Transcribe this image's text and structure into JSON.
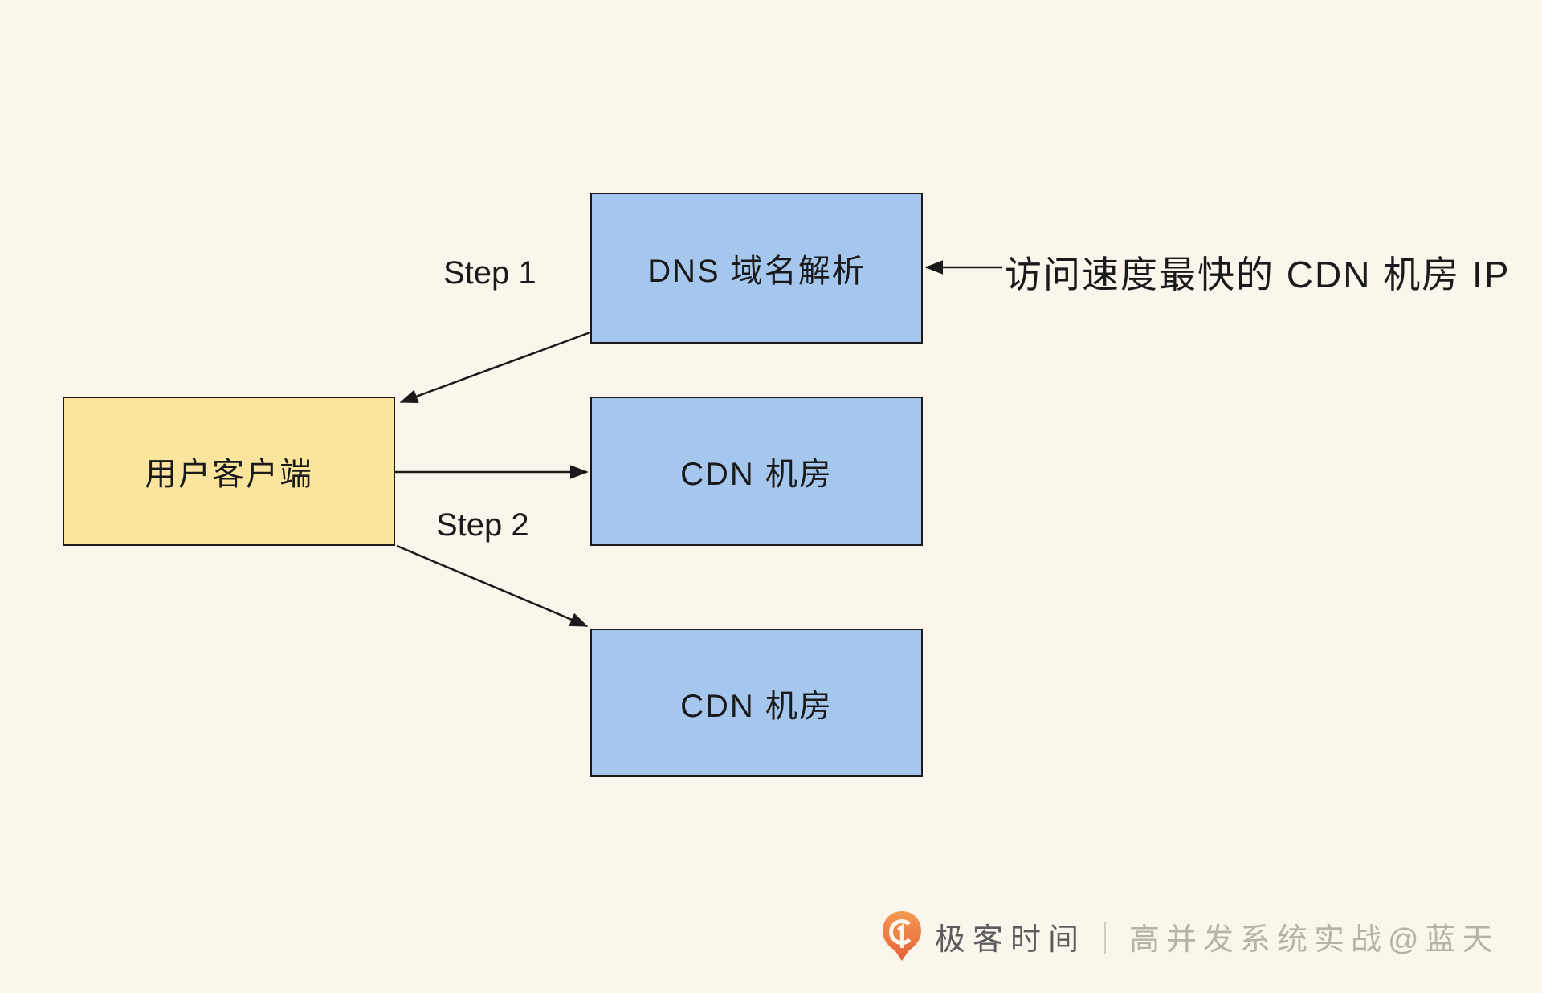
{
  "diagram": {
    "background_color": "#FAF6EB",
    "nodes": {
      "client": {
        "label": "用户客户端",
        "fill": "#FBE49B",
        "border": "#1a1a1a"
      },
      "dns": {
        "label": "DNS 域名解析",
        "fill": "#A5C7ED",
        "border": "#1a1a1a"
      },
      "cdn_top": {
        "label": "CDN 机房",
        "fill": "#A5C7ED",
        "border": "#1a1a1a"
      },
      "cdn_bottom": {
        "label": "CDN 机房",
        "fill": "#A5C7ED",
        "border": "#1a1a1a"
      }
    },
    "labels": {
      "step1": "Step 1",
      "step2": "Step 2",
      "annotation": "访问速度最快的 CDN 机房 IP"
    },
    "edges": [
      {
        "from": "dns",
        "to": "client",
        "step": "Step 1"
      },
      {
        "from": "client",
        "to": "cdn_top",
        "step": "Step 2"
      },
      {
        "from": "client",
        "to": "cdn_bottom",
        "step": "Step 2"
      },
      {
        "from": "annotation",
        "to": "dns",
        "step": ""
      }
    ]
  },
  "watermark": {
    "brand": "极客时间",
    "divider": "｜",
    "course": "高并发系统实战@蓝天",
    "logo_color": "#ED7D43",
    "brand_color": "#5C5C5C",
    "course_color": "#B7B2A8"
  }
}
